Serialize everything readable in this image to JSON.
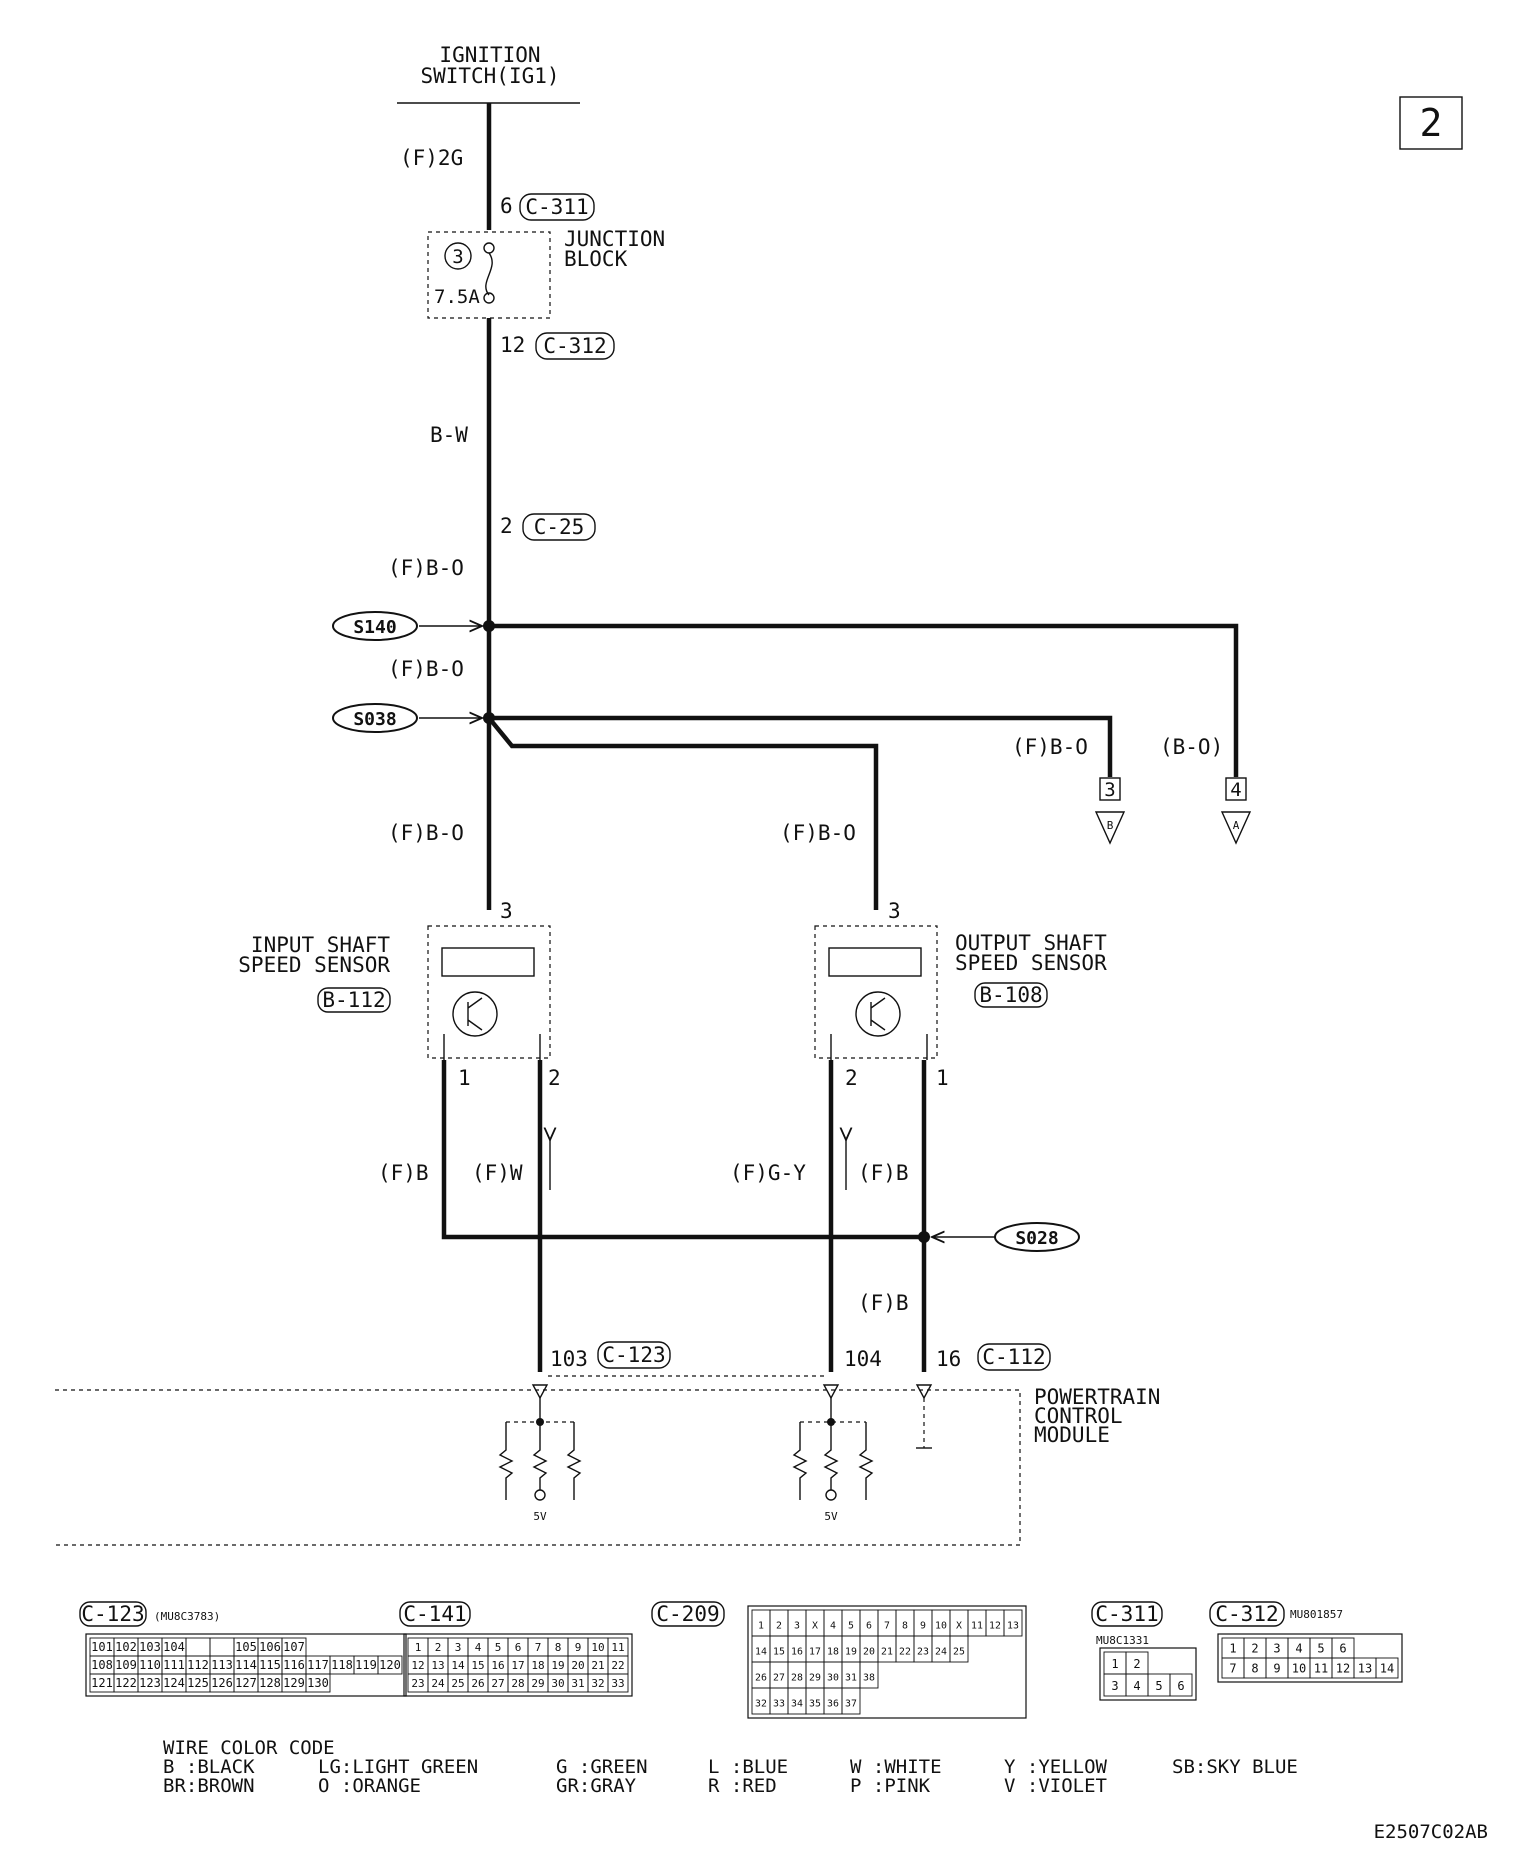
{
  "page_number": "2",
  "ignition_switch": "IGNITION\nSWITCH(IG1)",
  "top_wire": "(F)2G",
  "junction_block": {
    "name": "JUNCTION\nBLOCK",
    "fuse_no": "3",
    "fuse_rating": "7.5A",
    "in_pin": "6",
    "in_conn": "C-311",
    "out_pin": "12",
    "out_conn": "C-312"
  },
  "wire_bw": "B-W",
  "conn_c25": {
    "pin": "2",
    "conn": "C-25"
  },
  "wire_fbo_1": "(F)B-O",
  "splice_s140": "S140",
  "wire_fbo_2": "(F)B-O",
  "splice_s038": "S038",
  "branch_3": {
    "wire": "(F)B-O",
    "num": "3",
    "letter": "B"
  },
  "branch_4": {
    "wire": "(B-O)",
    "num": "4",
    "letter": "A"
  },
  "wire_fbo_left": "(F)B-O",
  "wire_fbo_right": "(F)B-O",
  "input_sensor": {
    "name": "INPUT SHAFT\nSPEED SENSOR",
    "conn": "B-112",
    "pin_top": "3",
    "pin_a": "1",
    "pin_b": "2"
  },
  "output_sensor": {
    "name": "OUTPUT SHAFT\nSPEED SENSOR",
    "conn": "B-108",
    "pin_top": "3",
    "pin_a": "2",
    "pin_b": "1"
  },
  "wire_fb_1": "(F)B",
  "wire_fw": "(F)W",
  "wire_fgy": "(F)G-Y",
  "wire_fb_2": "(F)B",
  "splice_s028": "S028",
  "wire_fb_3": "(F)B",
  "pcm": {
    "name": "POWERTRAIN\nCONTROL\nMODULE",
    "pin_103": "103",
    "conn_c123": "C-123",
    "pin_104": "104",
    "pin_16": "16",
    "conn_c112": "C-112",
    "v5_a": "5V",
    "v5_b": "5V"
  },
  "connectors": {
    "c123": {
      "label": "C-123",
      "part": "(MU8C3783)",
      "row1": [
        "101",
        "102",
        "103",
        "104",
        "",
        "",
        "105",
        "106",
        "107"
      ],
      "row2": [
        "108",
        "109",
        "110",
        "111",
        "112",
        "113",
        "114",
        "115",
        "116",
        "117",
        "118",
        "119",
        "120"
      ],
      "row3": [
        "121",
        "122",
        "123",
        "124",
        "125",
        "126",
        "127",
        "128",
        "129",
        "130"
      ]
    },
    "c141": {
      "label": "C-141",
      "row1": [
        "1",
        "2",
        "3",
        "4",
        "5",
        "6",
        "7",
        "8",
        "9",
        "10",
        "11"
      ],
      "row2": [
        "12",
        "13",
        "14",
        "15",
        "16",
        "17",
        "18",
        "19",
        "20",
        "21",
        "22"
      ],
      "row3": [
        "23",
        "24",
        "25",
        "26",
        "27",
        "28",
        "29",
        "30",
        "31",
        "32",
        "33"
      ]
    },
    "c209": {
      "label": "C-209",
      "row1": [
        "1",
        "2",
        "3",
        "X",
        "4",
        "5",
        "6",
        "7",
        "8",
        "9",
        "10",
        "X",
        "11",
        "12",
        "13"
      ],
      "row2": [
        "14",
        "15",
        "16",
        "17",
        "18",
        "19",
        "20",
        "21",
        "22",
        "23",
        "24",
        "25"
      ],
      "row3": [
        "26",
        "27",
        "28",
        "29",
        "30",
        "31",
        "38"
      ],
      "row4": [
        "32",
        "33",
        "34",
        "35",
        "36",
        "37"
      ]
    },
    "c311": {
      "label": "C-311",
      "part": "MU8C1331",
      "row1": [
        "1",
        "2"
      ],
      "row2": [
        "3",
        "4",
        "5",
        "6"
      ]
    },
    "c312": {
      "label": "C-312",
      "part": "MU801857",
      "row1": [
        "1",
        "2",
        "3",
        "4",
        "5",
        "6"
      ],
      "row2": [
        "7",
        "8",
        "9",
        "10",
        "11",
        "12",
        "13",
        "14"
      ]
    }
  },
  "legend": {
    "title": "WIRE COLOR CODE",
    "items": [
      [
        "B :BLACK",
        "BR:BROWN"
      ],
      [
        "LG:LIGHT GREEN",
        "O :ORANGE"
      ],
      [
        "G :GREEN",
        "GR:GRAY"
      ],
      [
        "L :BLUE",
        "R :RED"
      ],
      [
        "W :WHITE",
        "P :PINK"
      ],
      [
        "Y :YELLOW",
        "V :VIOLET"
      ],
      [
        "SB:SKY BLUE",
        ""
      ]
    ]
  },
  "figure_id": "E2507C02AB"
}
